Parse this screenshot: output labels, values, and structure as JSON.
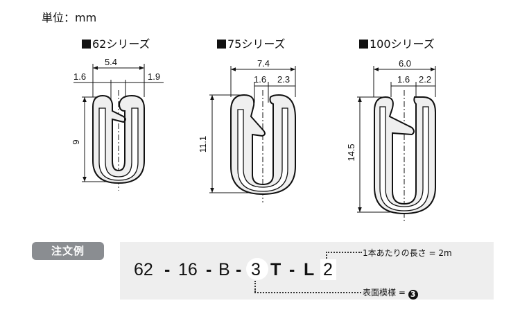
{
  "unit_label": "単位：mm",
  "series": [
    {
      "title": "62シリーズ",
      "width": "5.4",
      "left": "1.6",
      "right": "1.9",
      "height": "9"
    },
    {
      "title": "75シリーズ",
      "width": "7.4",
      "left": "1.6",
      "right": "2.3",
      "height": "11.1"
    },
    {
      "title": "100シリーズ",
      "width": "6.0",
      "left": "1.6",
      "right": "2.2",
      "height": "14.5"
    }
  ],
  "order_example": {
    "badge": "注文例",
    "code_parts": [
      "62",
      "-",
      "16",
      "-",
      "B",
      "-",
      "3",
      "T",
      "-",
      "L",
      "2"
    ],
    "note_length": "1本あたりの長さ = 2m",
    "note_surface": "表面模様 = ",
    "surface_number": "3"
  }
}
